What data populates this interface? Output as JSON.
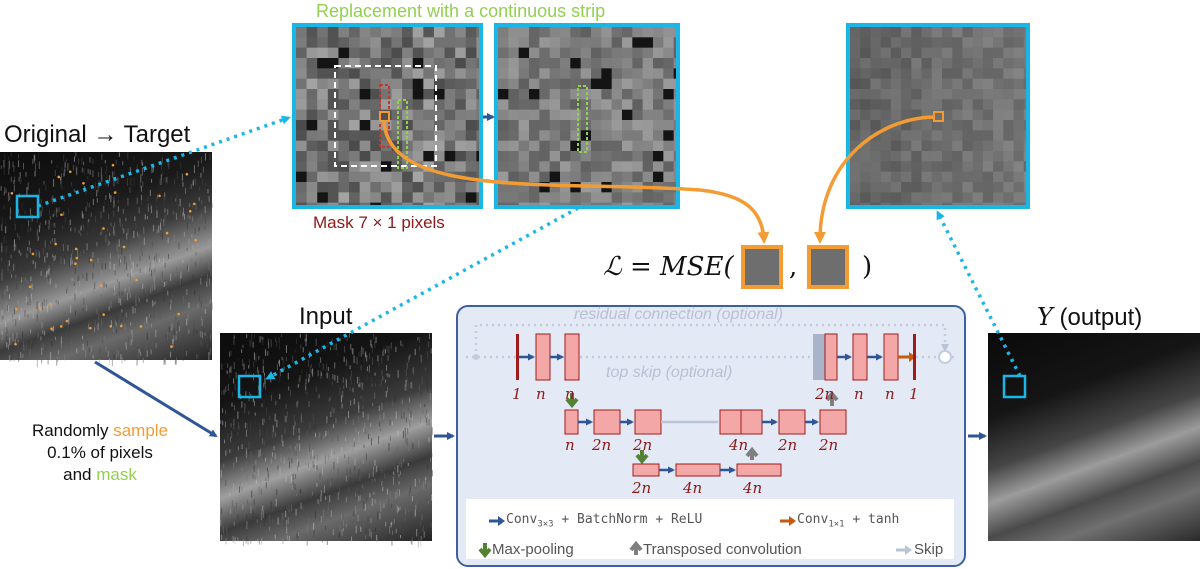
{
  "labels": {
    "original_target": "Original → Target",
    "input": "Input",
    "output_var": "Y",
    "output_rest": " (output)",
    "replacement": "Replacement with a continuous strip",
    "mask_size": "Mask 7 × 1 pixels",
    "random_pre": "Randomly ",
    "random_sample": "sample",
    "random_line2": "0.1% of pixels",
    "random_and": "and ",
    "random_mask": "mask"
  },
  "loss": {
    "left": "ℒ = MSE(",
    "comma": ",",
    "right": ")"
  },
  "network": {
    "residual": "residual connection (optional)",
    "top_skip": "top skip (optional)",
    "level1_left": [
      "1",
      "n",
      "n"
    ],
    "level1_right": [
      "2n",
      "n",
      "n",
      "1"
    ],
    "level2_left": [
      "n",
      "2n",
      "2n"
    ],
    "level2_right": [
      "4n",
      "2n",
      "2n"
    ],
    "level3": [
      "2n",
      "4n",
      "4n"
    ]
  },
  "legend": {
    "conv3": "Conv",
    "conv3_sub": "3×3",
    "conv3_rest": " + BatchNorm + ReLU",
    "conv1": "Conv",
    "conv1_sub": "1×1",
    "conv1_rest": " + tanh",
    "maxpool": "Max-pooling",
    "transposed": "Transposed convolution",
    "skip": "Skip"
  },
  "colors": {
    "cyan": "#1ab7e6",
    "orange": "#f39c34",
    "green": "#92d050",
    "dark_red": "#8b1a1a",
    "block_fill": "#f4a7a7",
    "arrow_blue": "#2f5597"
  }
}
